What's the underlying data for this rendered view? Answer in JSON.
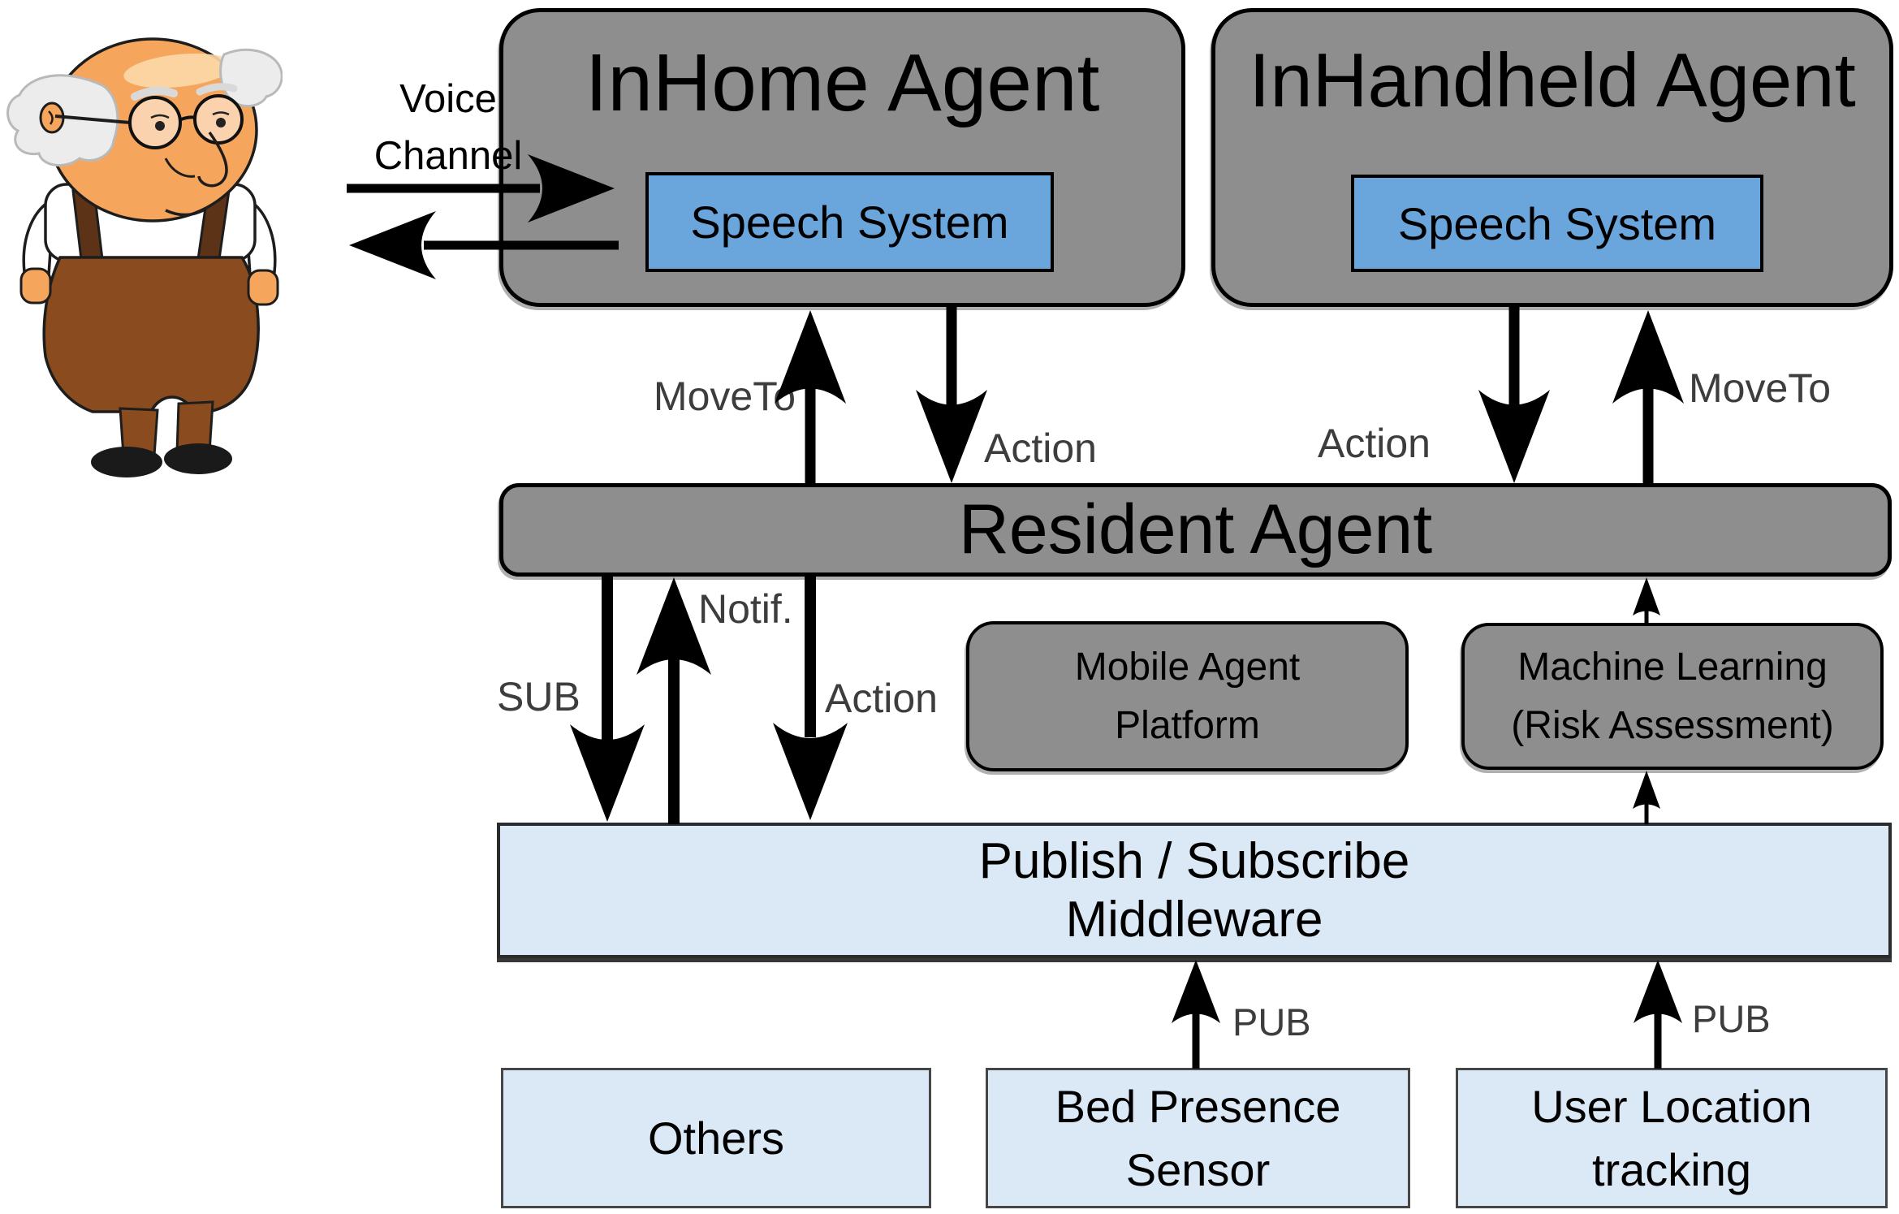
{
  "colors": {
    "canvas_bg": "#ffffff",
    "agent_box_fill": "#8e8e8e",
    "agent_box_border": "#000000",
    "speech_box_fill": "#6aa5dc",
    "speech_box_border": "#000000",
    "light_box_fill": "#dbe8f5",
    "title_text": "#000000",
    "label_text": "#3d3d3d",
    "arrow_color": "#000000"
  },
  "boxes": {
    "in_home_agent": {
      "title": "InHome Agent",
      "speech_system": "Speech System"
    },
    "in_handheld_agent": {
      "title": "InHandheld Agent",
      "speech_system": "Speech System"
    },
    "resident_agent": {
      "title": "Resident Agent"
    },
    "mobile_agent_platform": {
      "line1": "Mobile Agent",
      "line2": "Platform"
    },
    "machine_learning": {
      "line1": "Machine Learning",
      "line2": "(Risk Assessment)"
    },
    "middleware": {
      "line1": "Publish / Subscribe",
      "line2": "Middleware"
    },
    "others": {
      "title": "Others"
    },
    "bed_presence_sensor": {
      "line1": "Bed Presence",
      "line2": "Sensor"
    },
    "user_location_tracking": {
      "line1": "User Location",
      "line2": "tracking"
    }
  },
  "arrow_labels": {
    "voice_channel_line1": "Voice",
    "voice_channel_line2": "Channel",
    "moveto_inhome": "MoveTo",
    "action_inhome": "Action",
    "action_inhandheld": "Action",
    "moveto_inhandheld": "MoveTo",
    "sub": "SUB",
    "notif": "Notif.",
    "action_middleware": "Action",
    "pub_bed_sensor": "PUB",
    "pub_user_location": "PUB"
  },
  "figures": {
    "resident_user": "elderly-man-cartoon"
  }
}
